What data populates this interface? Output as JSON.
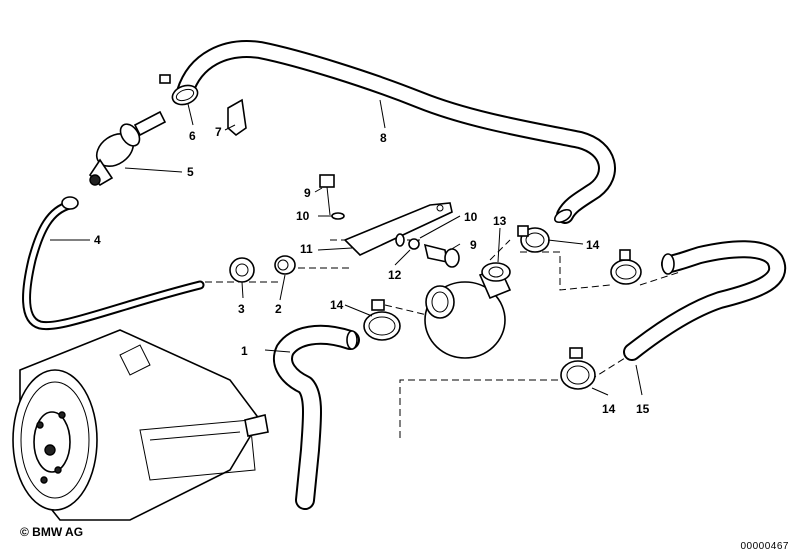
{
  "diagram": {
    "callouts": [
      {
        "id": "c1",
        "text": "1"
      },
      {
        "id": "c2",
        "text": "2"
      },
      {
        "id": "c3",
        "text": "3"
      },
      {
        "id": "c4",
        "text": "4"
      },
      {
        "id": "c5",
        "text": "5"
      },
      {
        "id": "c6",
        "text": "6"
      },
      {
        "id": "c7",
        "text": "7"
      },
      {
        "id": "c8",
        "text": "8"
      },
      {
        "id": "c9a",
        "text": "9"
      },
      {
        "id": "c9b",
        "text": "9"
      },
      {
        "id": "c10a",
        "text": "10"
      },
      {
        "id": "c10b",
        "text": "10"
      },
      {
        "id": "c11",
        "text": "11"
      },
      {
        "id": "c12",
        "text": "12"
      },
      {
        "id": "c13",
        "text": "13"
      },
      {
        "id": "c14a",
        "text": "14"
      },
      {
        "id": "c14b",
        "text": "14"
      },
      {
        "id": "c14c",
        "text": "14"
      },
      {
        "id": "c15",
        "text": "15"
      }
    ]
  },
  "footer": {
    "copyright": "© BMW AG",
    "doc_number": "00000467"
  }
}
